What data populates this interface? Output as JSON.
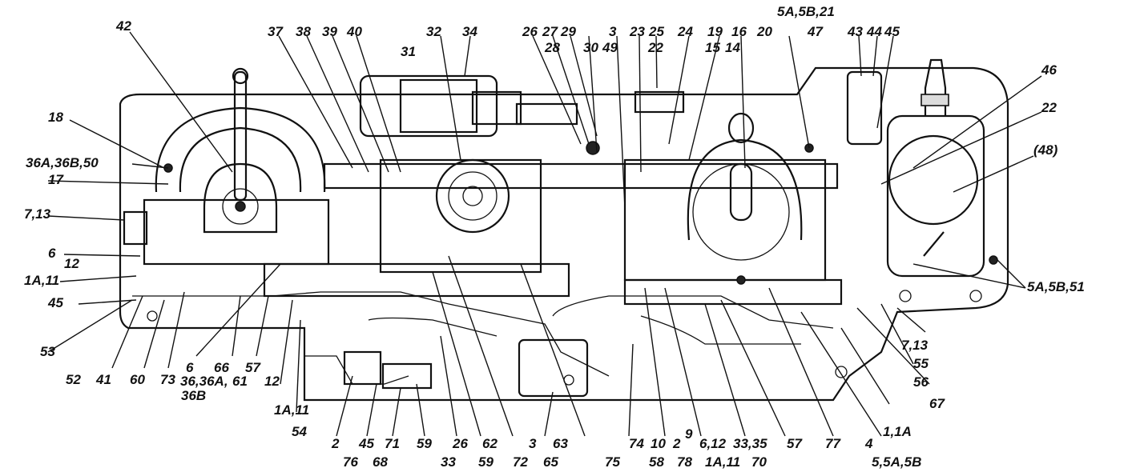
{
  "figure": {
    "labels": {
      "l42": "42",
      "l37": "37",
      "l38": "38",
      "l39": "39",
      "l40": "40",
      "l32": "32",
      "l34": "34",
      "l26": "26",
      "l27": "27",
      "l29": "29",
      "l3": "3",
      "l23": "23",
      "l25": "25",
      "l24": "24",
      "l19": "19",
      "l16": "16",
      "l20": "20",
      "l5a5b21": "5A,5B,21",
      "l43": "43",
      "l44": "44",
      "l45": "45",
      "l46": "46",
      "l31": "31",
      "l28": "28",
      "l30": "30",
      "l49": "49",
      "l22a": "22",
      "l15": "15",
      "l14": "14",
      "l47": "47",
      "l22b": "22",
      "l48": "(48)",
      "l18": "18",
      "l36a36b50": "36A,36B,50",
      "l17": "17",
      "l713a": "7,13",
      "l6a": "6",
      "l12a": "12",
      "l1a11a": "1A,11",
      "l45b": "45",
      "l53": "53",
      "l52": "52",
      "l41": "41",
      "l60": "60",
      "l73": "73",
      "l6b": "6",
      "l3636a": "36,36A,",
      "l36b": "36B",
      "l61": "61",
      "l66": "66",
      "l57a": "57",
      "l12b": "12",
      "l1a11b": "1A,11",
      "l54": "54",
      "l2a": "2",
      "l45c": "45",
      "l76": "76",
      "l68": "68",
      "l71": "71",
      "l59a": "59",
      "l33a": "33",
      "l26b": "26",
      "l62": "62",
      "l59b": "59",
      "l72": "72",
      "l3b": "3",
      "l63": "63",
      "l65": "65",
      "l75": "75",
      "l74": "74",
      "l10": "10",
      "l2b": "2",
      "l9": "9",
      "l58": "58",
      "l78": "78",
      "l612": "6,12",
      "l1a11c": "1A,11",
      "l70": "70",
      "l3335": "33,35",
      "l57b": "57",
      "l77": "77",
      "l4": "4",
      "l55a5b": "5,5A,5B",
      "l11a": "1,1A",
      "l67": "67",
      "l56": "56",
      "l55": "55",
      "l713b": "7,13",
      "l5a5b51": "5A,5B,51"
    }
  }
}
